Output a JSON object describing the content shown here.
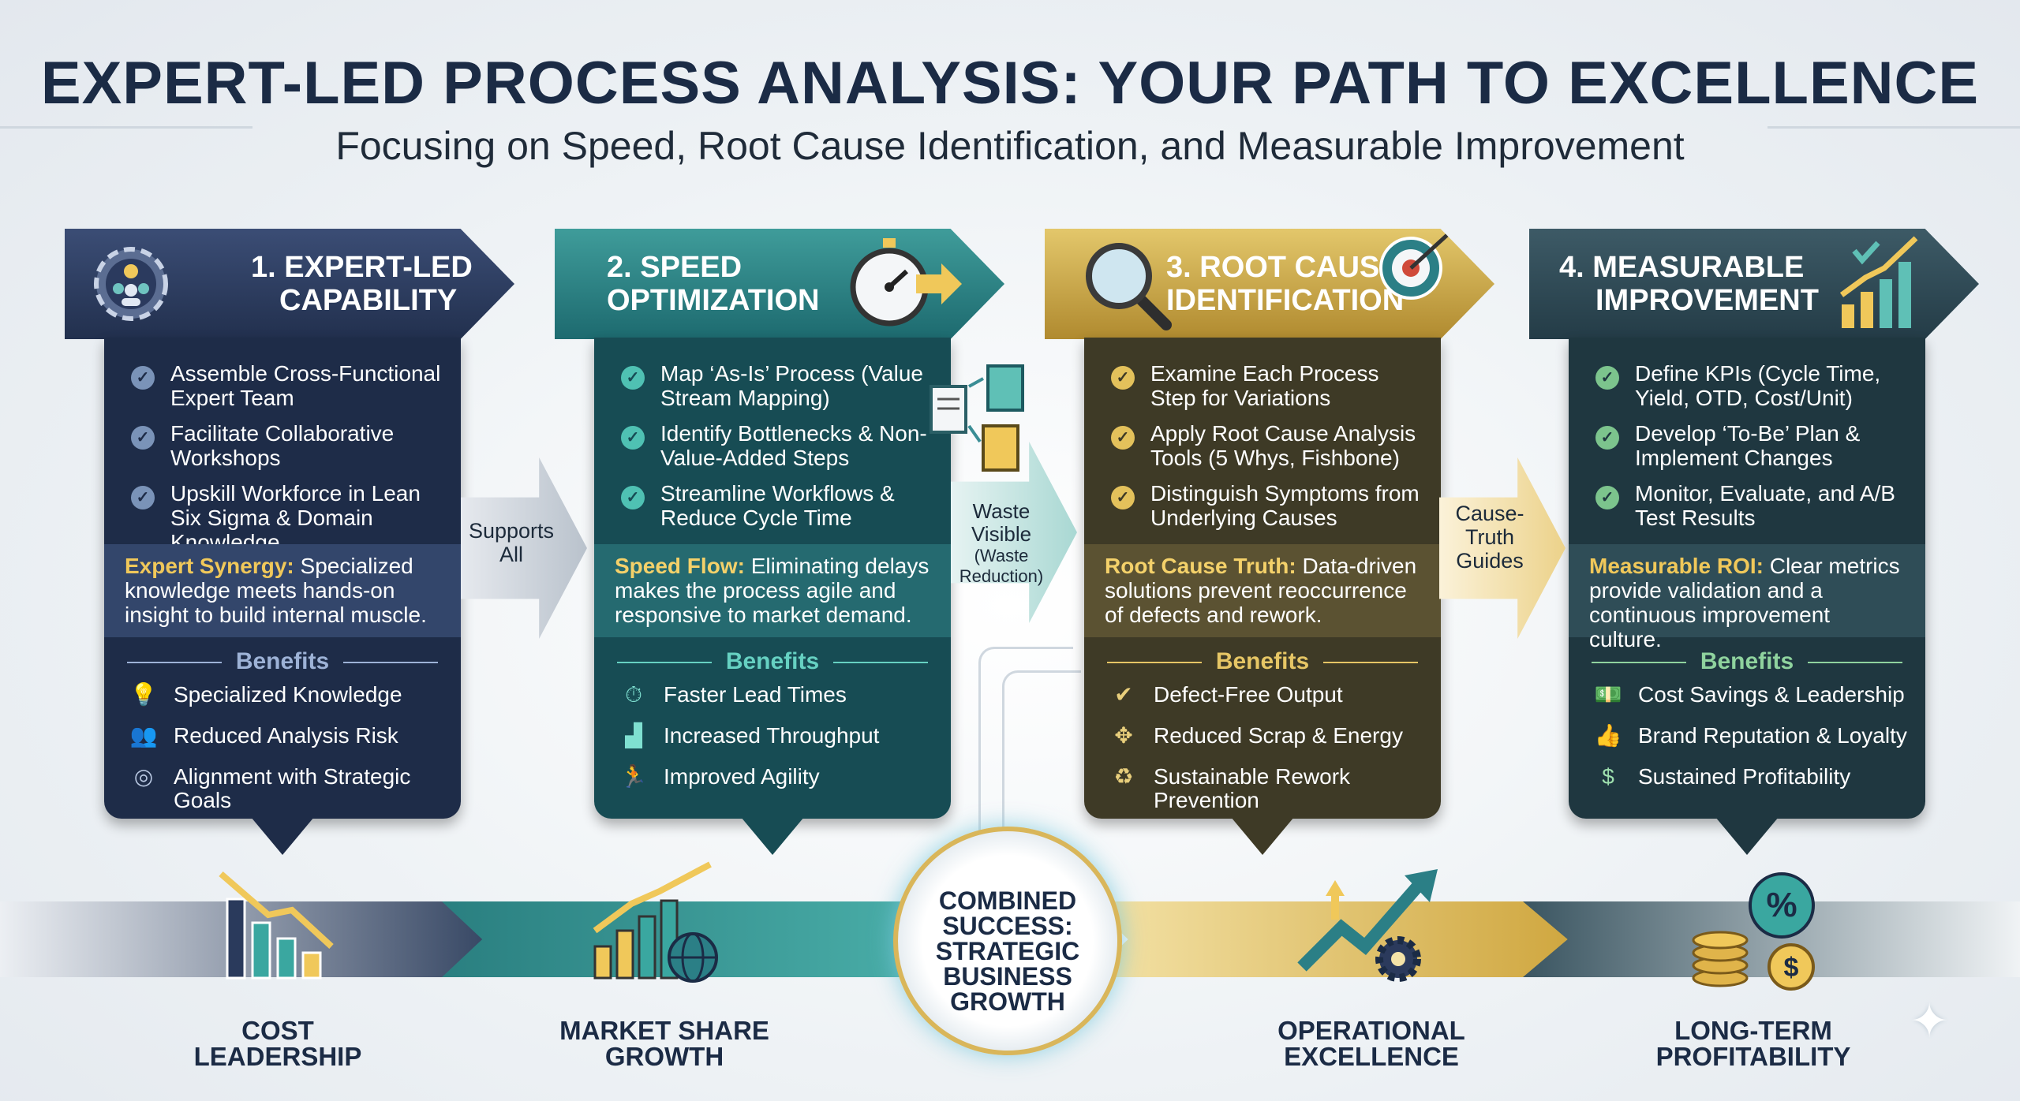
{
  "title": "EXPERT-LED PROCESS ANALYSIS: YOUR PATH TO EXCELLENCE",
  "subtitle": "Focusing on Speed, Root Cause Identification, and Measurable Improvement",
  "pillars": [
    {
      "title_line1": "1. EXPERT-LED",
      "title_line2": "CAPABILITY",
      "steps": [
        "Assemble Cross-Functional Expert Team",
        "Facilitate Collaborative Workshops",
        "Upskill Workforce in Lean Six Sigma & Domain Knowledge"
      ],
      "highlight_label": "Expert Synergy:",
      "highlight_text": "Specialized knowledge meets hands-on insight to build internal muscle.",
      "benefits_label": "Benefits",
      "benefits": [
        "Specialized Knowledge",
        "Reduced Analysis Risk",
        "Alignment with Strategic Goals"
      ],
      "benefit_icons": [
        "lightbulb-icon",
        "team-icon",
        "target-icon"
      ]
    },
    {
      "title_line1": "2. SPEED",
      "title_line2": "OPTIMIZATION",
      "steps": [
        "Map ‘As-Is’ Process (Value Stream Mapping)",
        "Identify Bottlenecks & Non-Value-Added Steps",
        "Streamline Workflows & Reduce Cycle Time"
      ],
      "highlight_label": "Speed Flow:",
      "highlight_text": "Eliminating delays makes the process agile and responsive to market demand.",
      "benefits_label": "Benefits",
      "benefits": [
        "Faster Lead Times",
        "Increased Throughput",
        "Improved Agility"
      ],
      "benefit_icons": [
        "stopwatch-icon",
        "bar-chart-icon",
        "runner-icon"
      ]
    },
    {
      "title_line1": "3. ROOT CAUSE",
      "title_line2": "IDENTIFICATION",
      "steps": [
        "Examine Each Process Step for Variations",
        "Apply Root Cause Analysis Tools (5 Whys, Fishbone)",
        "Distinguish Symptoms from Underlying Causes"
      ],
      "highlight_label": "Root Cause Truth:",
      "highlight_text": "Data-driven solutions prevent reoccurrence of defects and rework.",
      "benefits_label": "Benefits",
      "benefits": [
        "Defect-Free Output",
        "Reduced Scrap & Energy",
        "Sustainable Rework Prevention"
      ],
      "benefit_icons": [
        "check-circle-icon",
        "shrink-icon",
        "recycle-icon"
      ]
    },
    {
      "title_line1": "4. MEASURABLE",
      "title_line2": "IMPROVEMENT",
      "steps": [
        "Define KPIs (Cycle Time, Yield, OTD, Cost/Unit)",
        "Develop ‘To-Be’ Plan & Implement Changes",
        "Monitor, Evaluate, and A/B Test Results"
      ],
      "highlight_label": "Measurable ROI:",
      "highlight_text": "Clear metrics provide validation and a continuous improvement culture.",
      "benefits_label": "Benefits",
      "benefits": [
        "Cost Savings & Leadership",
        "Brand Reputation & Loyalty",
        "Sustained Profitability"
      ],
      "benefit_icons": [
        "money-hand-icon",
        "thumbs-up-icon",
        "coin-hand-icon"
      ]
    }
  ],
  "connectors": [
    {
      "line1": "Supports",
      "line2": "All"
    },
    {
      "line1": "Waste",
      "line2": "Visible",
      "line3": "(Waste",
      "line4": "Reduction)"
    },
    {
      "line1": "Cause-",
      "line2": "Truth",
      "line3": "Guides"
    }
  ],
  "center": {
    "line1": "COMBINED",
    "line2": "SUCCESS:",
    "line3": "STRATEGIC",
    "line4": "BUSINESS",
    "line5": "GROWTH"
  },
  "outcomes": [
    {
      "line1": "COST",
      "line2": "LEADERSHIP"
    },
    {
      "line1": "MARKET SHARE",
      "line2": "GROWTH"
    },
    {
      "line1": "OPERATIONAL",
      "line2": "EXCELLENCE"
    },
    {
      "line1": "LONG-TERM",
      "line2": "PROFITABILITY"
    }
  ],
  "colors": {
    "navy": "#1e2c48",
    "teal": "#174c54",
    "gold": "#d9b65a",
    "slate": "#1f3740"
  }
}
